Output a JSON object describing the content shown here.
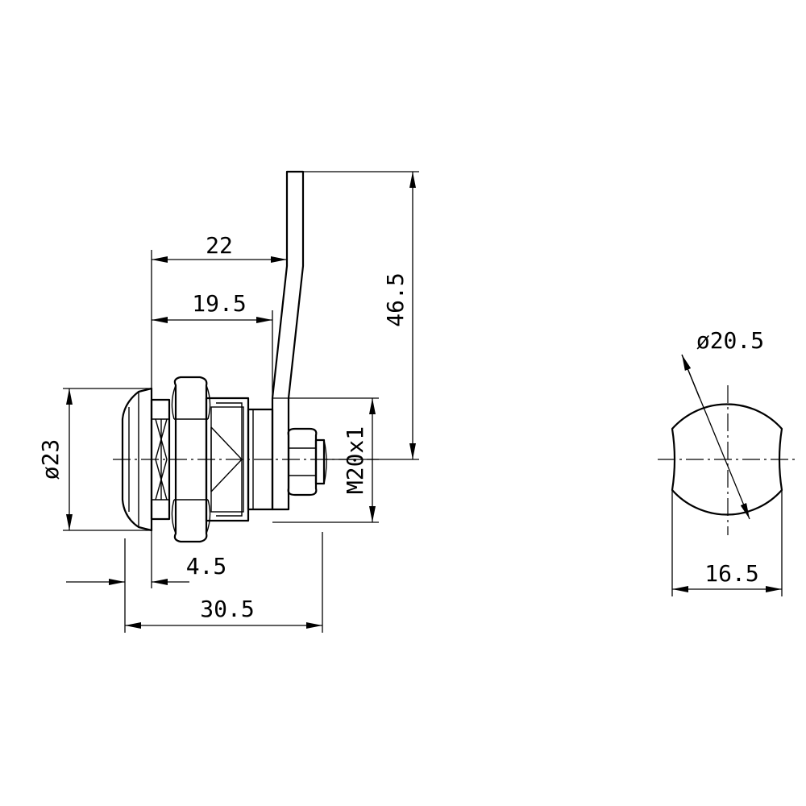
{
  "dimensions": {
    "lever_offset": "22",
    "cam_offset": "19.5",
    "lever_height": "46.5",
    "diameter_body": "ø23",
    "thread": "M20x1",
    "flange": "4.5",
    "overall_length": "30.5",
    "plug_diameter": "ø20.5",
    "plug_width": "16.5"
  },
  "colors": {
    "line": "#000000",
    "background": "#ffffff"
  }
}
